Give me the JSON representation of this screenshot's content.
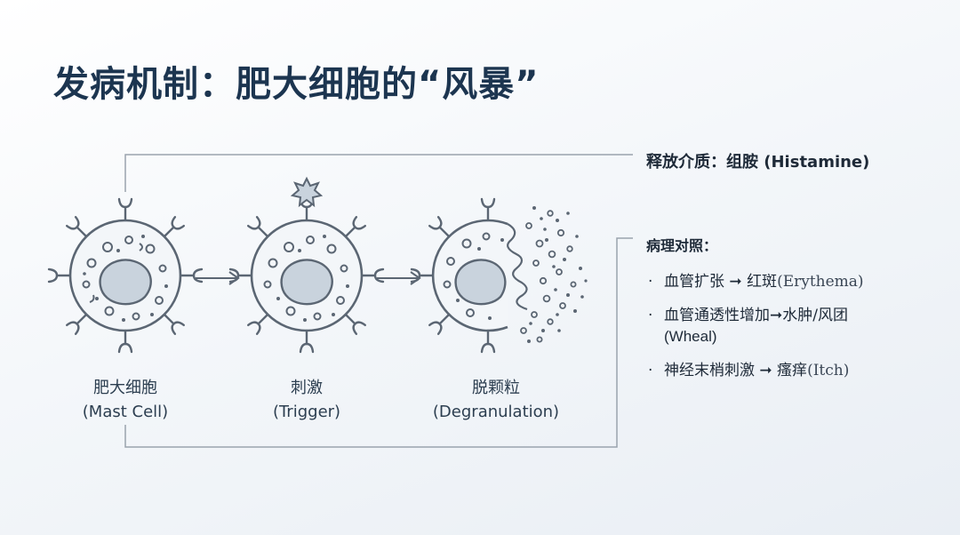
{
  "slide": {
    "title": "发病机制：肥大细胞的“风暴”"
  },
  "stages": [
    {
      "cn": "肥大细胞",
      "en": "(Mast  Cell)"
    },
    {
      "cn": "刺激",
      "en": "(Trigger)"
    },
    {
      "cn": "脱颗粒",
      "en": "(Degranulation)"
    }
  ],
  "mediator": {
    "text": "释放介质：组胺 (Histamine)"
  },
  "pathology": {
    "title": "病理对照：",
    "items": [
      {
        "bullet": "·",
        "cn": "血管扩张",
        "arrow": "➞",
        "result": "红斑",
        "en": "(Erythema)"
      },
      {
        "bullet": "·",
        "cn": "血管通透性增加",
        "arrow": "➞",
        "result": "水肿/风团",
        "en": "(Wheal)"
      },
      {
        "bullet": "·",
        "cn": "神经末梢刺激",
        "arrow": "➞",
        "result": "瘙痒",
        "en": "(Itch)"
      }
    ]
  },
  "colors": {
    "title": "#1c3550",
    "line": "#5b6673",
    "bracket": "#9aa3ad",
    "cell_fill": "#f3f6f9",
    "nucleus": "#c9d3dd"
  }
}
